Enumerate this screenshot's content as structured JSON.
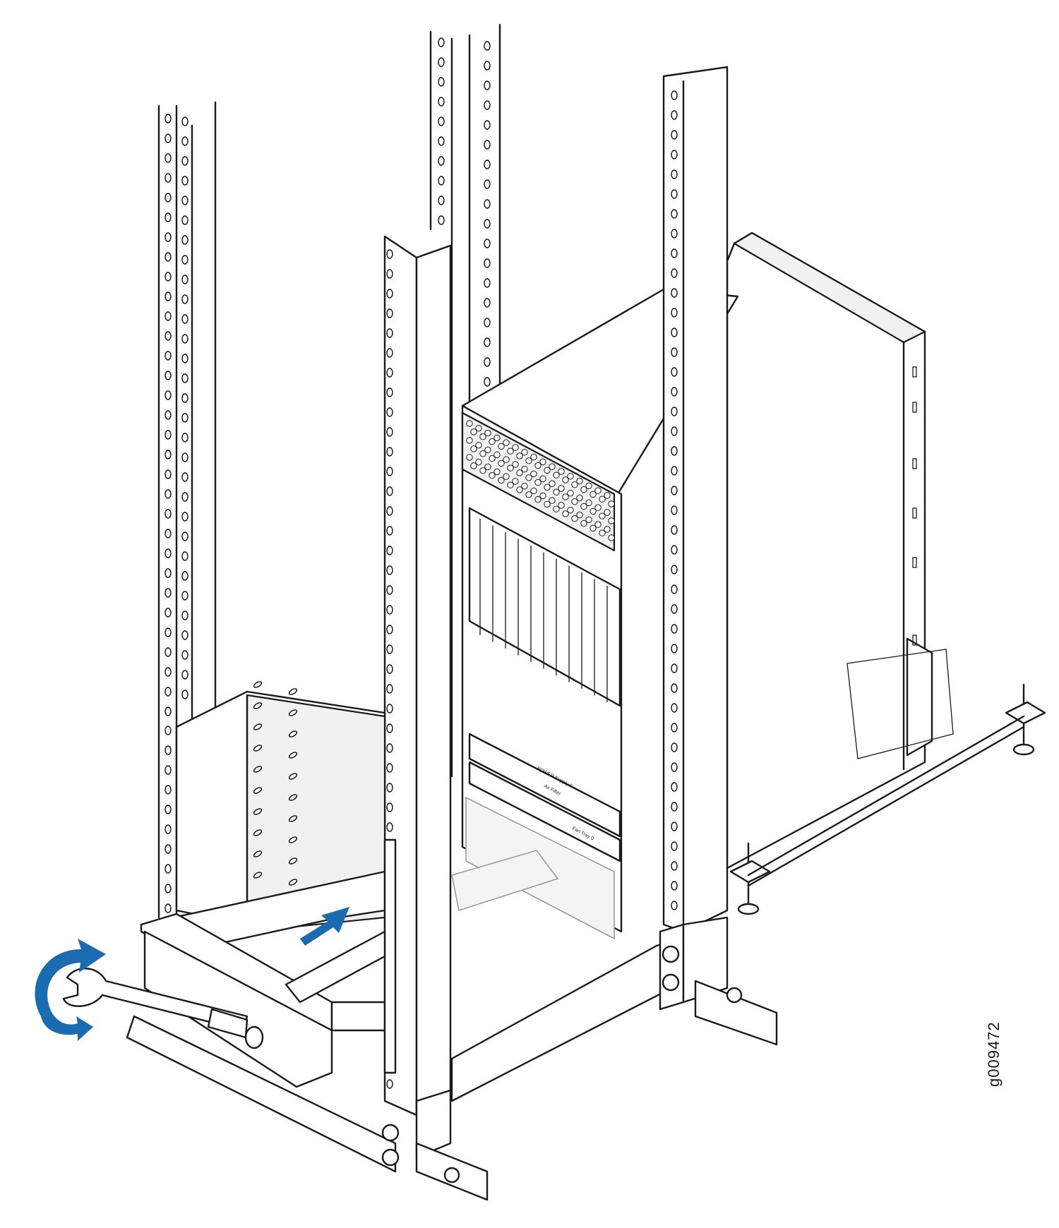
{
  "figure": {
    "id_label": "g009472"
  },
  "panel_labels": {
    "top": "POWER Supply 0",
    "middle": "Air Filter",
    "lower": "Fan Tray 0"
  },
  "colors": {
    "arrow_accent": "#1a6bb0",
    "line": "#1a1a1a",
    "background": "#ffffff"
  },
  "icons": [
    "rotation-arrow-icon",
    "push-arrow-icon",
    "wrench-icon",
    "leveling-foot-icon"
  ]
}
